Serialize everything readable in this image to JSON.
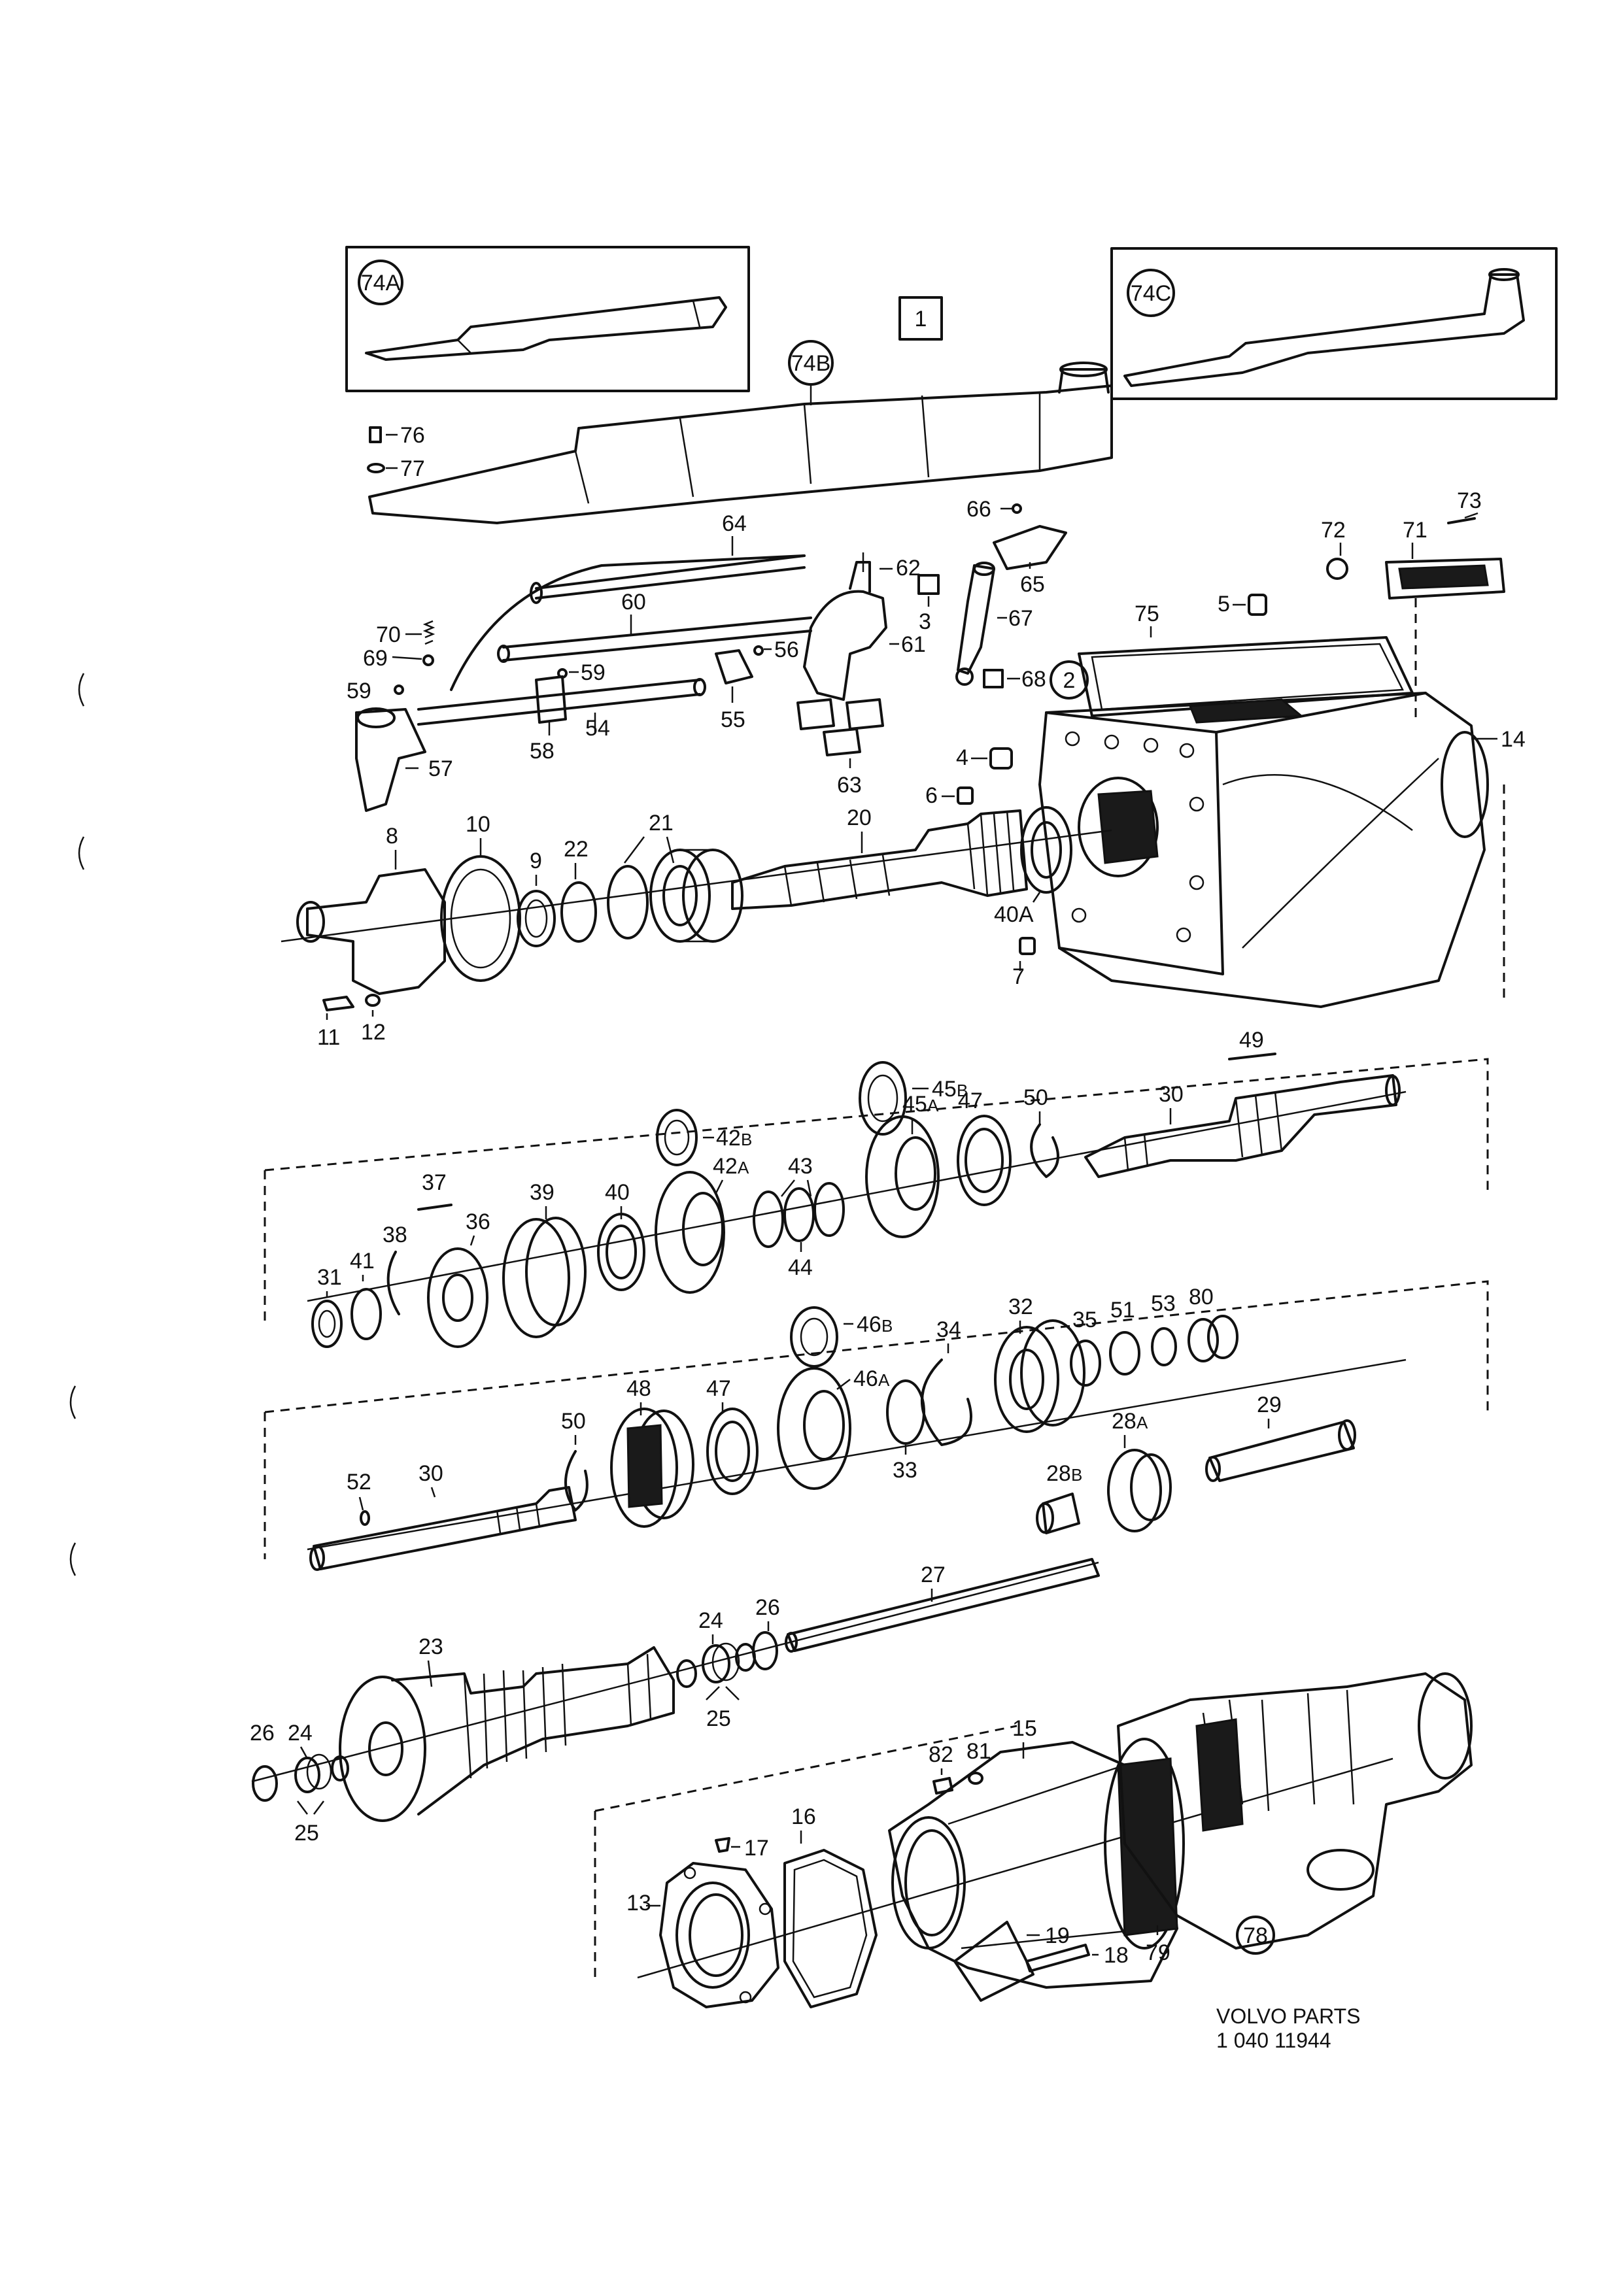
{
  "diagram": {
    "box_label": "1",
    "inset_left_label": "74A",
    "inset_right_label": "74C",
    "cover_label": "74B",
    "circled_2": "2",
    "circled_78": "78",
    "footer_line1": "VOLVO PARTS",
    "footer_line2": "1 040 11944"
  },
  "labels": {
    "l76": "76",
    "l77": "77",
    "l64": "64",
    "l66": "66",
    "l62": "62",
    "l65": "65",
    "l73": "73",
    "l72": "72",
    "l71": "71",
    "l60": "60",
    "l3": "3",
    "l67": "67",
    "l75": "75",
    "l5": "5",
    "l70": "70",
    "l69": "69",
    "l56": "56",
    "l61": "61",
    "l59a": "59",
    "l59b": "59",
    "l68": "68",
    "l14": "14",
    "l55": "55",
    "l54": "54",
    "l58": "58",
    "l57": "57",
    "l63": "63",
    "l4": "4",
    "l6": "6",
    "l8": "8",
    "l10": "10",
    "l21": "21",
    "l20": "20",
    "l9": "9",
    "l22": "22",
    "l40A": "40A",
    "l7": "7",
    "l11": "11",
    "l12": "12",
    "l49": "49",
    "l45B": "45",
    "l45A": "45",
    "l47a": "47",
    "l50a": "50",
    "l30a": "30",
    "l42B": "42",
    "l42A": "42",
    "l43": "43",
    "l37": "37",
    "l39": "39",
    "l40": "40",
    "l44": "44",
    "l38": "38",
    "l36": "36",
    "l41": "41",
    "l31": "31",
    "l46B": "46",
    "l34": "34",
    "l32": "32",
    "l35": "35",
    "l51": "51",
    "l53": "53",
    "l80": "80",
    "l46A": "46",
    "l48": "48",
    "l47b": "47",
    "l50b": "50",
    "l33": "33",
    "l28A": "28",
    "l29": "29",
    "l52": "52",
    "l30b": "30",
    "l28B": "28",
    "l27": "27",
    "l24a": "24",
    "l26a": "26",
    "l23": "23",
    "l25a": "25",
    "l26b": "26",
    "l24b": "24",
    "l25b": "25",
    "l15": "15",
    "l82": "82",
    "l81": "81",
    "l16": "16",
    "l17": "17",
    "l13": "13",
    "l19": "19",
    "l18": "18",
    "l79": "79"
  },
  "suffixes": {
    "s45B": "B",
    "s45A": "A",
    "s42B": "B",
    "s42A": "A",
    "s46B": "B",
    "s46A": "A",
    "s28A": "A",
    "s28B": "B"
  }
}
